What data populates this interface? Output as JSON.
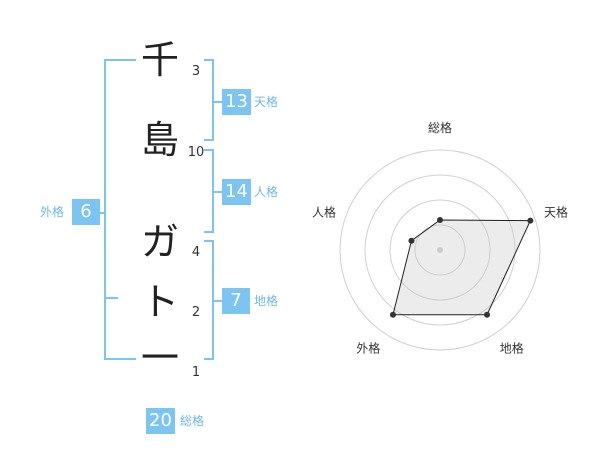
{
  "name": {
    "chars": [
      "千",
      "島",
      "ガ",
      "ト",
      "一"
    ],
    "strokes": [
      "3",
      "10",
      "4",
      "2",
      "1"
    ]
  },
  "fortune": {
    "tenkaku": {
      "value": "13",
      "label": "天格"
    },
    "jinkaku": {
      "value": "14",
      "label": "人格"
    },
    "chikaku": {
      "value": "7",
      "label": "地格"
    },
    "gaikaku": {
      "value": "6",
      "label": "外格"
    },
    "soukaku": {
      "value": "20",
      "label": "総格"
    }
  },
  "colors": {
    "accent": "#7cc4f2",
    "accent_text": "#6fb8e8"
  },
  "chart_data": {
    "type": "radar",
    "axes": [
      "総格",
      "天格",
      "地格",
      "外格",
      "人格"
    ],
    "values": [
      0.3,
      0.95,
      0.8,
      0.8,
      0.3
    ],
    "rmax": 1,
    "rings": 4,
    "grid": true
  }
}
